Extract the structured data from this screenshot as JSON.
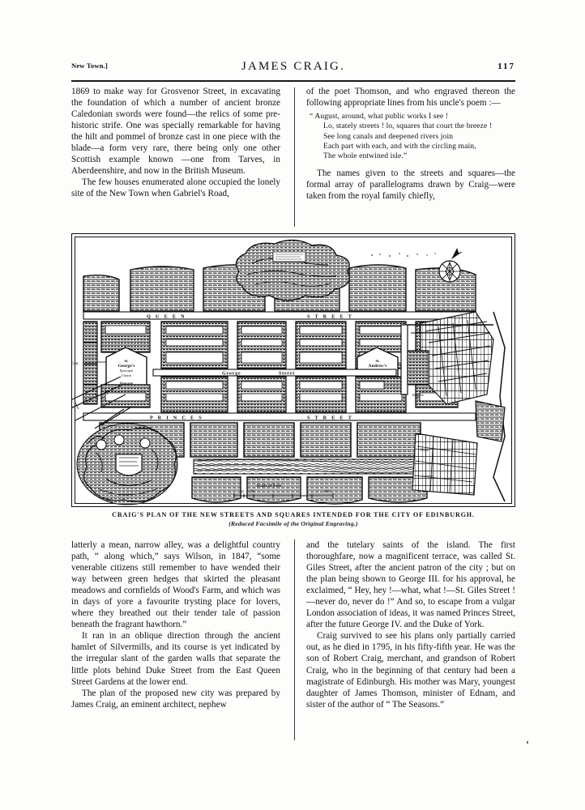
{
  "page": {
    "running_head_left": "New Town.]",
    "running_head_title": "JAMES  CRAIG.",
    "folio": "117"
  },
  "column_left": {
    "para1": "1869 to make way for Grosvenor Street, in excavating the foundation of which a number of ancient bronze Caledonian swords were found—the relics of some pre-historic strife.   One was specially remarkable for having the hilt and pommel of bronze cast in one piece with the blade—a form very rare, there being only one other Scottish example known —one from Tarves, in Aberdeenshire, and now in the British Museum.",
    "para2": "The few houses enumerated alone occupied the lonely site of the New Town when Gabriel's Road,"
  },
  "column_right": {
    "para1": "of the poet Thomson, and who engraved thereon the following appropriate lines from his uncle's poem :—",
    "poem": [
      "“ August, around, what public works I see !",
      "Lo, stately streets ! lo, squares that court the breeze !",
      "See long canals and deepened rivers join",
      "Each part with each, and with the circling main,",
      "The whole entwined isle.”"
    ],
    "para2": "The names given to the streets and squares—the formal array of parallelograms drawn by Craig—were taken from the royal family chiefly,"
  },
  "figure": {
    "caption_main": "CRAIG'S PLAN OF THE NEW STREETS AND SQUARES INTENDED FOR THE CITY OF EDINBURGH.",
    "caption_sub": "(Reduced Facsimile of the Original Engraving.)",
    "map_labels": {
      "queen_street": "Q U E E N",
      "queen_street_2": "S T R E E T",
      "george_street": "George",
      "george_street_2": "Street",
      "princes_street": "P R I N C E S",
      "princes_street_2": "S T R E E T",
      "st_george_square": [
        "St.",
        "George's",
        "Episcopal",
        "Church",
        "Square"
      ],
      "st_andrew_square": [
        "St.",
        "Andrew's",
        "Episcopal",
        "Church",
        "Square"
      ],
      "charlotte": "Char.",
      "scale_title": "Scale of Feet",
      "scale_ticks": [
        "50",
        "100",
        "2000"
      ]
    }
  },
  "lower_column_left": {
    "para1": "latterly a mean, narrow alley, was a delightful country path, “ along which,” says Wilson, in 1847, “some venerable citizens still remember to have wended their way between green hedges that skirted the pleasant meadows and cornfields of Wood's Farm, and which was in days of yore a favourite trysting place for lovers, where they breathed out their tender tale of passion beneath the fragrant hawthorn.”",
    "para2": "It ran in an oblique direction through the ancient hamlet of Silvermills, and its course is yet indicated by the irregular slant of the garden walls that separate the little plots behind Duke Street from the East Queen Street Gardens at the lower end.",
    "para3": "The plan of the proposed new city was prepared by James Craig, an eminent architect, nephew"
  },
  "lower_column_right": {
    "para1": "and the tutelary saints of the island.  The first thoroughfare, now a magnificent terrace, was called St. Giles Street, after the ancient patron of the city ; but on the plan being shown to George III. for his approval, he exclaimed, “ Hey, hey !—what, what !—St. Giles Street !—never do, never do !” And so, to escape from a vulgar London association of ideas, it was named Princes Street, after the future George IV. and the Duke of York.",
    "para2": "Craig survived to see his plans only partially carried out, as he died in 1795, in his fifty-fifth year. He was the son of Robert Craig, merchant, and grandson of Robert Craig, who in the beginning of that century had been a magistrate of Edinburgh. His mother was Mary, youngest daughter of James Thomson, minister of Ednam, and sister of the author of “ The Seasons.”"
  }
}
